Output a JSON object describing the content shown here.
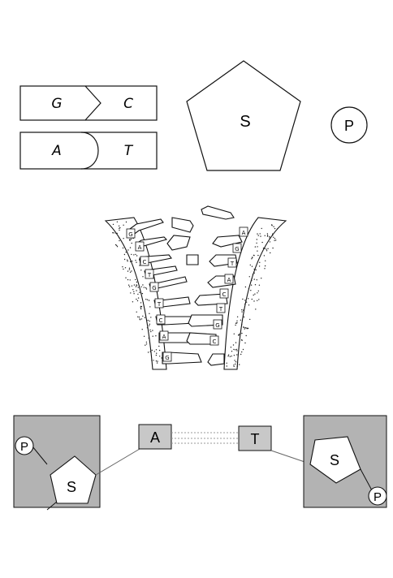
{
  "pairs": [
    {
      "left": "G",
      "right": "C"
    },
    {
      "left": "A",
      "right": "T"
    }
  ],
  "sugar_label": "S",
  "phosphate_label": "P",
  "zipper_tags": [
    "G",
    "A",
    "C",
    "T",
    "G",
    "T",
    "C",
    "A",
    "G",
    "A",
    "G",
    "T",
    "A",
    "C",
    "T",
    "G",
    "C"
  ],
  "bottom": {
    "left_base": "A",
    "right_base": "T",
    "left_sugar": "S",
    "right_sugar": "S",
    "left_phosphate": "P",
    "right_phosphate": "P"
  },
  "colors": {
    "panel_gray": "#b3b3b3",
    "base_box": "#c8c8c8",
    "line": "#111111"
  }
}
